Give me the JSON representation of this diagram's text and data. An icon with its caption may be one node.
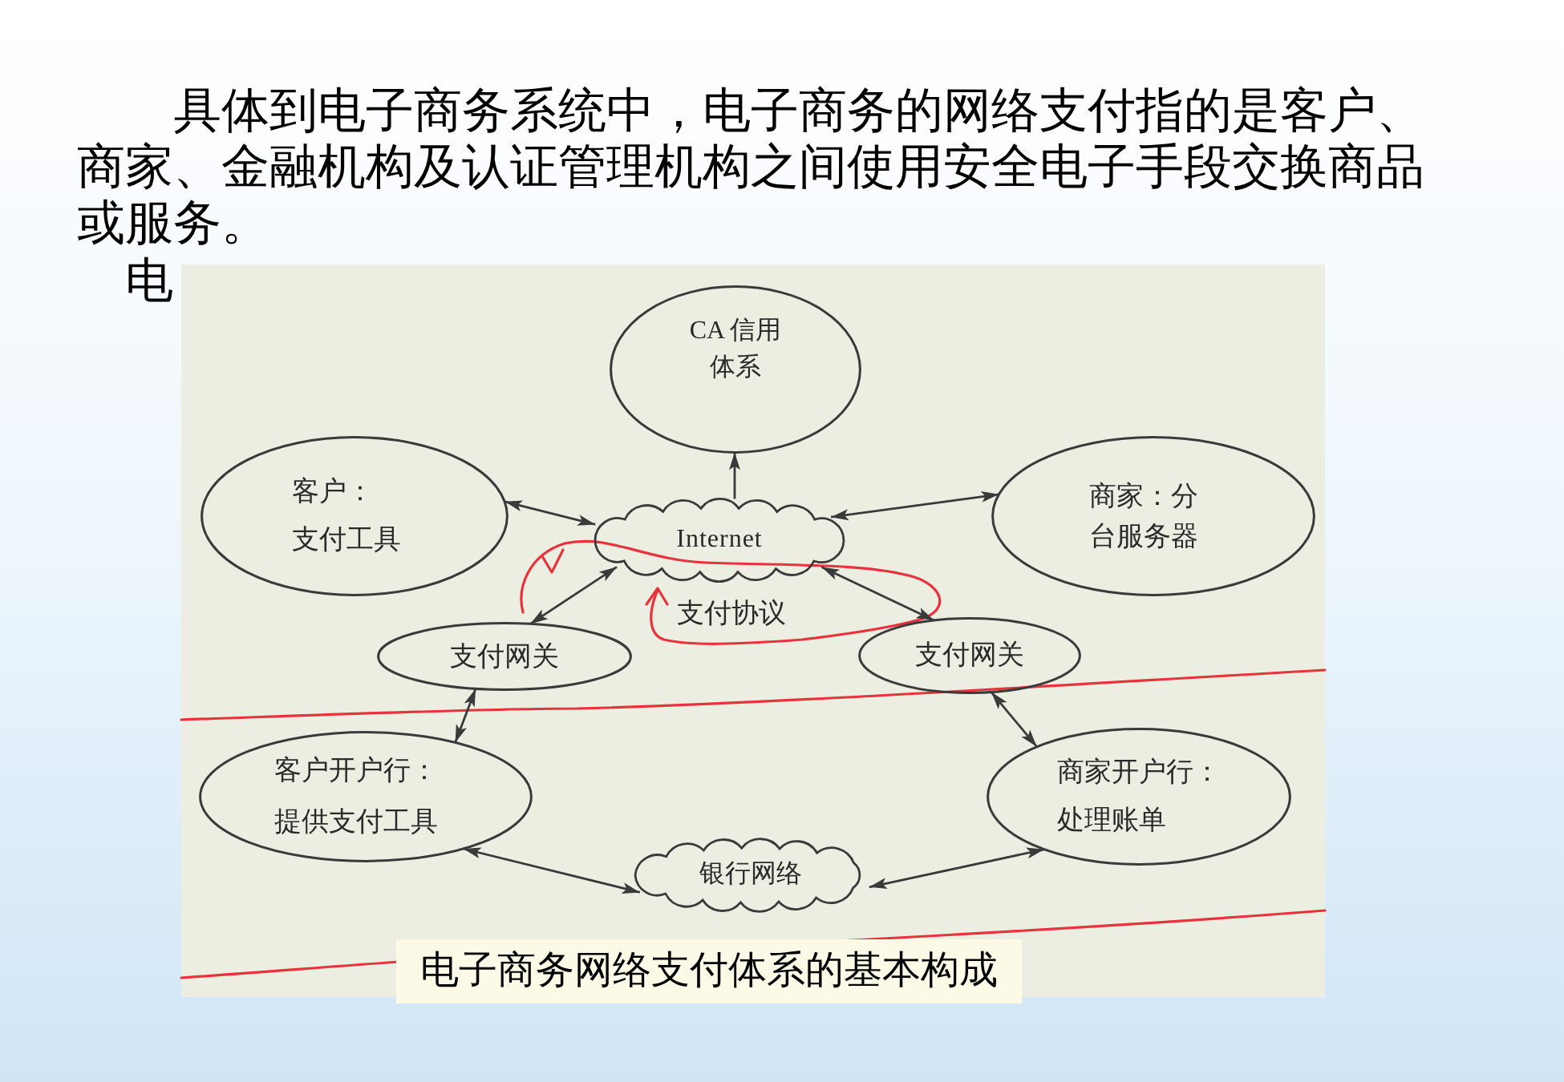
{
  "diagram": {
    "caption": "电子商务网络支付体系的基本构成",
    "nodes": [
      {
        "text": [
          "CA 信用体系"
        ]
      },
      {
        "text": [
          "客户：",
          "支付工具"
        ]
      },
      {
        "text": [
          "Internet"
        ]
      },
      {
        "text": [
          "商家：分台服务器"
        ]
      },
      {
        "text": [
          "支付网关"
        ]
      },
      {
        "text": [
          "支付网关"
        ]
      },
      {
        "text": [
          "客户开户行：",
          "提供支付工具"
        ]
      },
      {
        "text": [
          "商家开户行：",
          "处理账单"
        ]
      },
      {
        "text": [
          "银行网络"
        ]
      }
    ],
    "edges": [
      {
        "from": 2,
        "to": 0,
        "arrow": "to"
      },
      {
        "from": 1,
        "to": 2,
        "arrow": "both"
      },
      {
        "from": 2,
        "to": 3,
        "arrow": "both"
      },
      {
        "from": 2,
        "to": 4,
        "arrow": "both"
      },
      {
        "from": 2,
        "to": 5,
        "arrow": "both"
      },
      {
        "from": 4,
        "to": 6,
        "arrow": "both"
      },
      {
        "from": 5,
        "to": 7,
        "arrow": "both"
      },
      {
        "from": 6,
        "to": 8,
        "arrow": "both"
      },
      {
        "from": 8,
        "to": 7,
        "arrow": "both"
      }
    ],
    "labels": [
      "具体到电子商务系统中，电子商务的网络支付指的是客户、商家、金融机构及认证管理机构之间使用安全电子手段交换商品或服务。",
      "电",
      "支付协议"
    ]
  }
}
